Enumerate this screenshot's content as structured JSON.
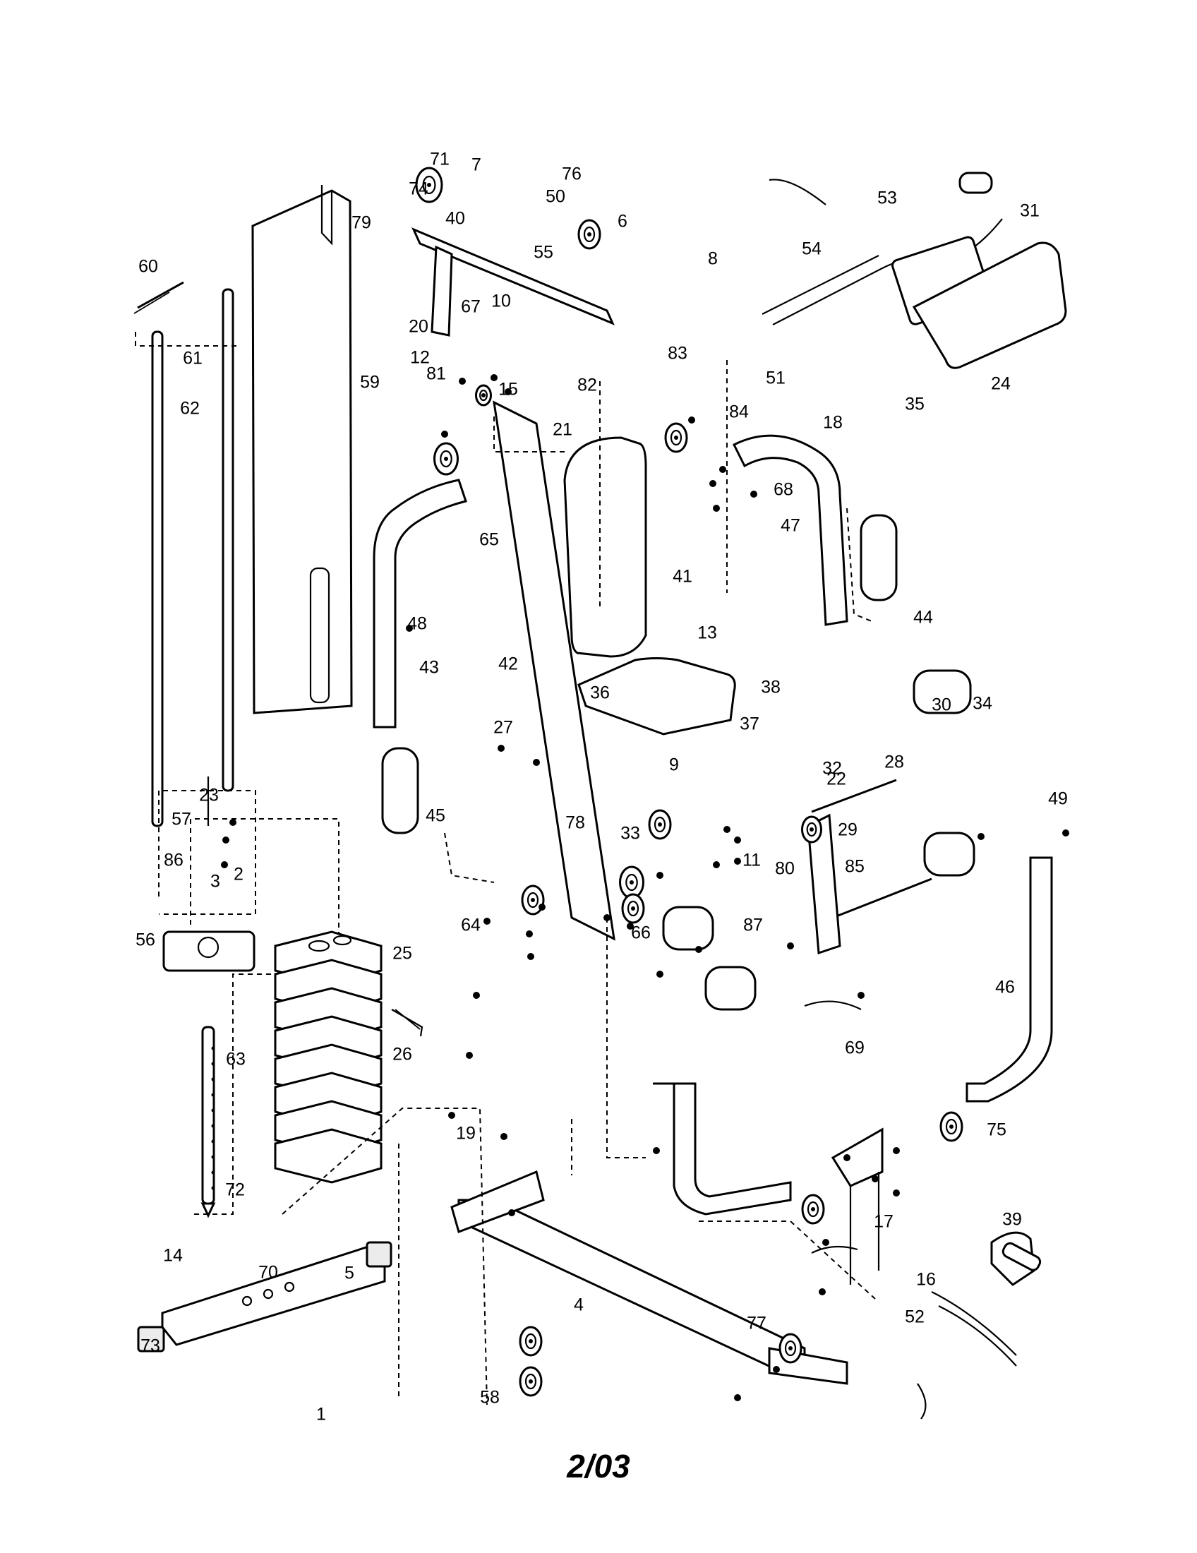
{
  "page_label": "2/03",
  "diagram_kind": "exploded-parts-diagram",
  "callouts": [
    "1",
    "2",
    "3",
    "4",
    "5",
    "6",
    "7",
    "8",
    "9",
    "10",
    "11",
    "12",
    "13",
    "14",
    "15",
    "16",
    "17",
    "18",
    "19",
    "20",
    "21",
    "22",
    "23",
    "24",
    "25",
    "26",
    "27",
    "28",
    "29",
    "30",
    "31",
    "32",
    "33",
    "34",
    "35",
    "36",
    "37",
    "38",
    "39",
    "40",
    "41",
    "42",
    "43",
    "44",
    "45",
    "46",
    "47",
    "48",
    "49",
    "50",
    "51",
    "52",
    "53",
    "54",
    "55",
    "56",
    "57",
    "58",
    "59",
    "60",
    "61",
    "62",
    "63",
    "64",
    "65",
    "66",
    "67",
    "68",
    "69",
    "70",
    "71",
    "72",
    "73",
    "74",
    "75",
    "76",
    "77",
    "78",
    "79",
    "80",
    "81",
    "82",
    "83",
    "84",
    "85",
    "86",
    "87"
  ]
}
